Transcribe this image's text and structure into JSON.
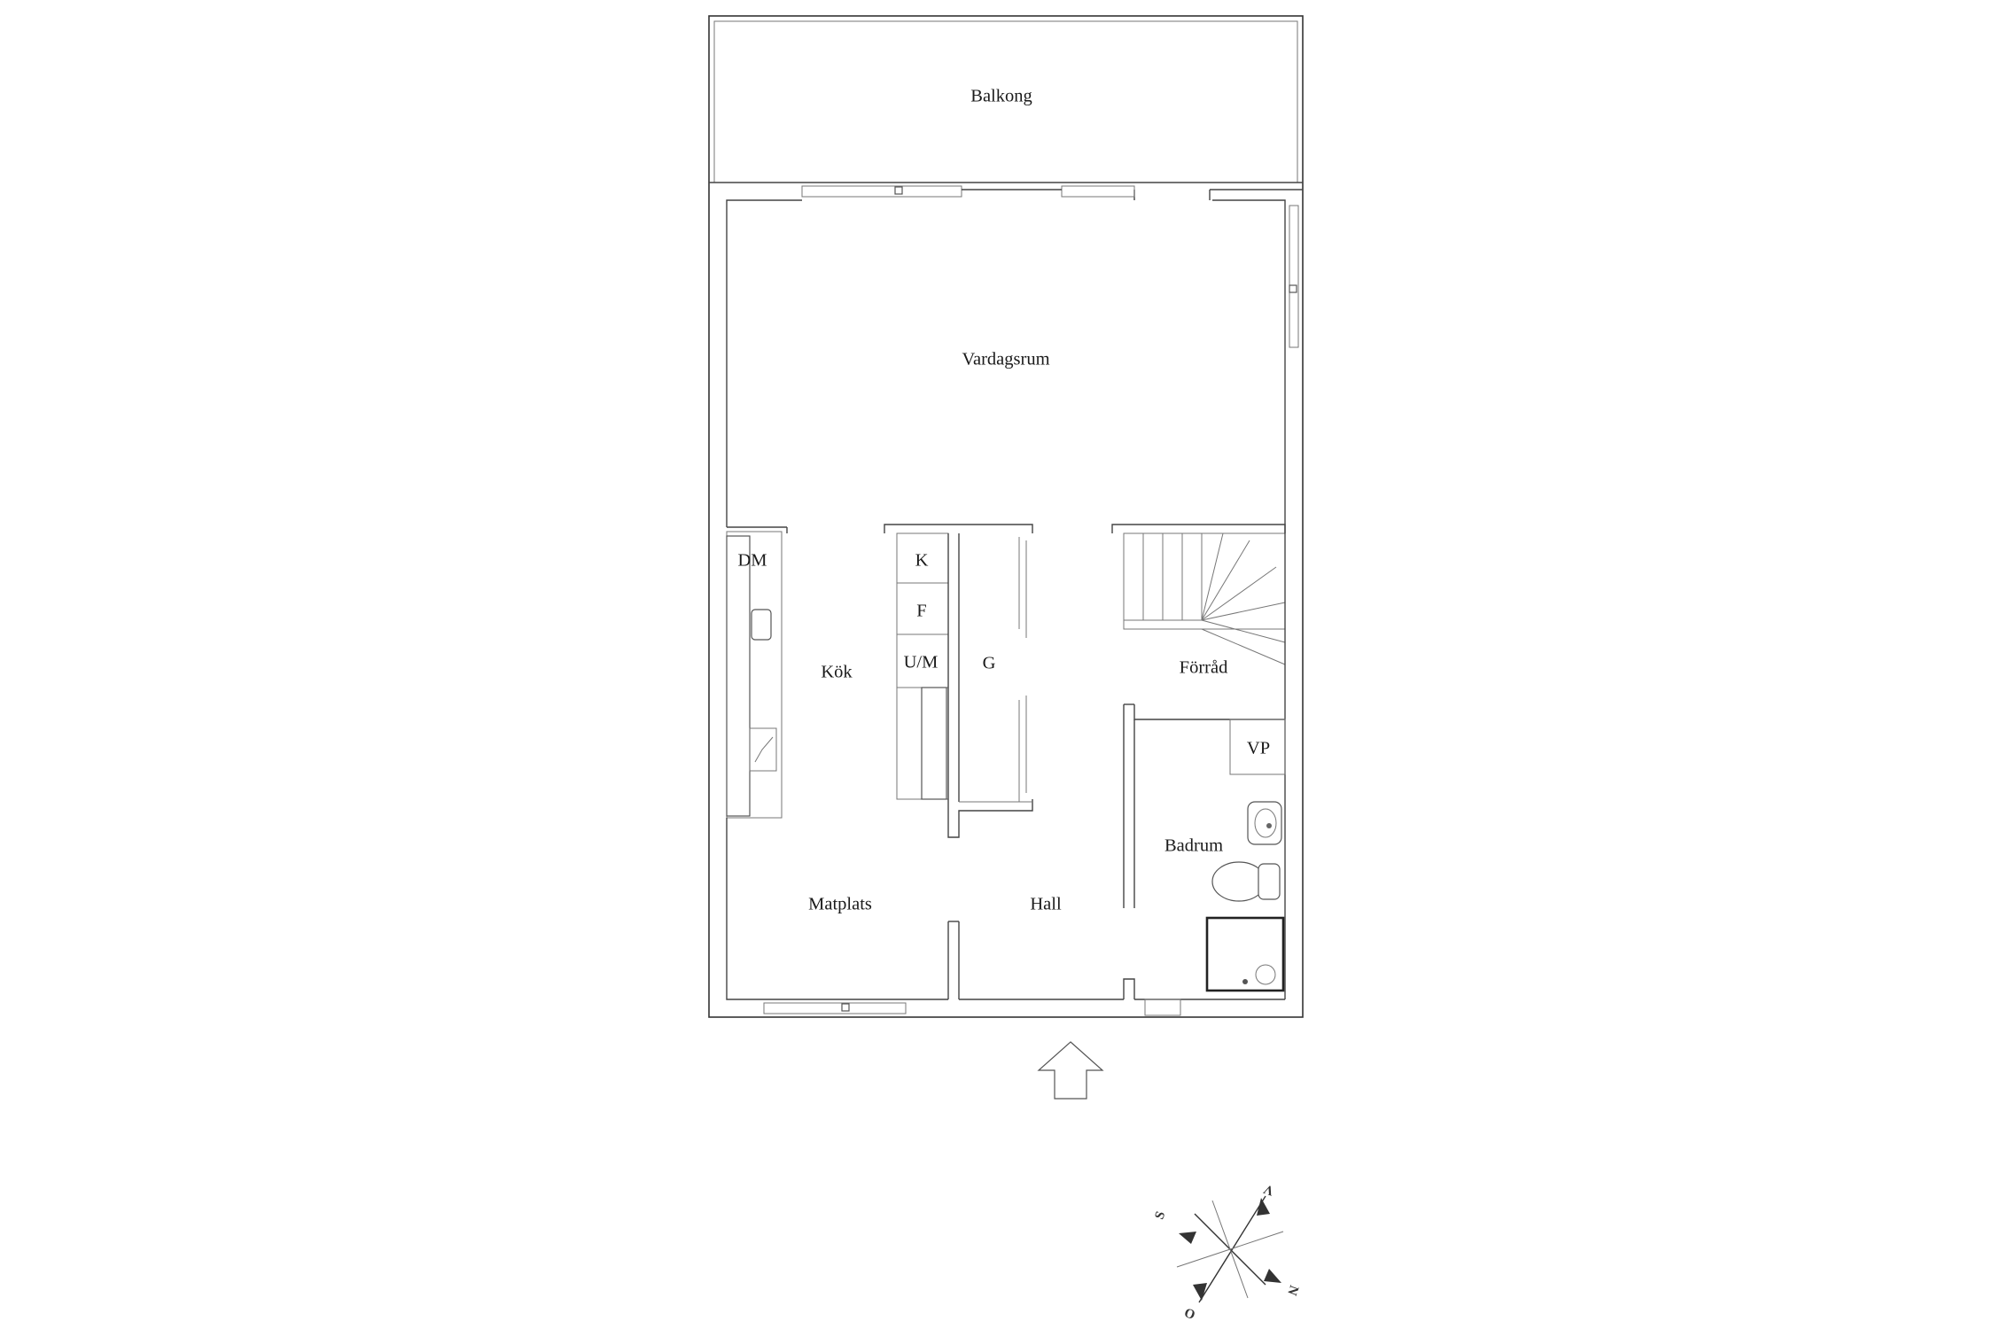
{
  "rooms": {
    "balkong": "Balkong",
    "vardagsrum": "Vardagsrum",
    "kok": "Kök",
    "matplats": "Matplats",
    "hall": "Hall",
    "forrad": "Förråd",
    "badrum": "Badrum"
  },
  "fixtures": {
    "dm": "DM",
    "k": "K",
    "f": "F",
    "um": "U/M",
    "g": "G",
    "vp": "VP"
  },
  "compass": {
    "n": "N",
    "s": "S",
    "o": "O",
    "v": "V"
  },
  "entrance_icon": "entrance-arrow-icon",
  "compass_icon": "compass-rose-icon"
}
